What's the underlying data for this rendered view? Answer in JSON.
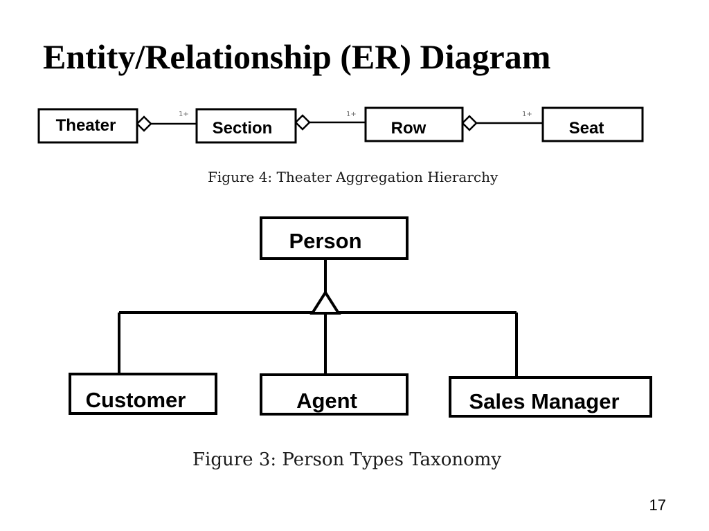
{
  "slide": {
    "title": "Entity/Relationship (ER) Diagram",
    "page_number": "17"
  },
  "figure4": {
    "caption": "Figure 4: Theater Aggregation Hierarchy",
    "entities": [
      "Theater",
      "Section",
      "Row",
      "Seat"
    ],
    "multiplicities": [
      "1+",
      "1+",
      "1+"
    ]
  },
  "figure3": {
    "caption": "Figure 3: Person Types Taxonomy",
    "parent": "Person",
    "children": [
      "Customer",
      "Agent",
      "Sales Manager"
    ]
  }
}
